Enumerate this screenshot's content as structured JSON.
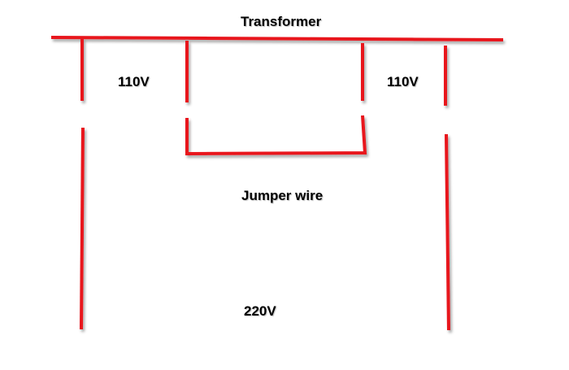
{
  "diagram": {
    "title": "Transformer",
    "left_winding_voltage": "110V",
    "right_winding_voltage": "110V",
    "jumper_label": "Jumper wire",
    "total_voltage": "220V"
  },
  "colors": {
    "wire": "#e8121d",
    "text": "#000000",
    "background": "#ffffff"
  }
}
